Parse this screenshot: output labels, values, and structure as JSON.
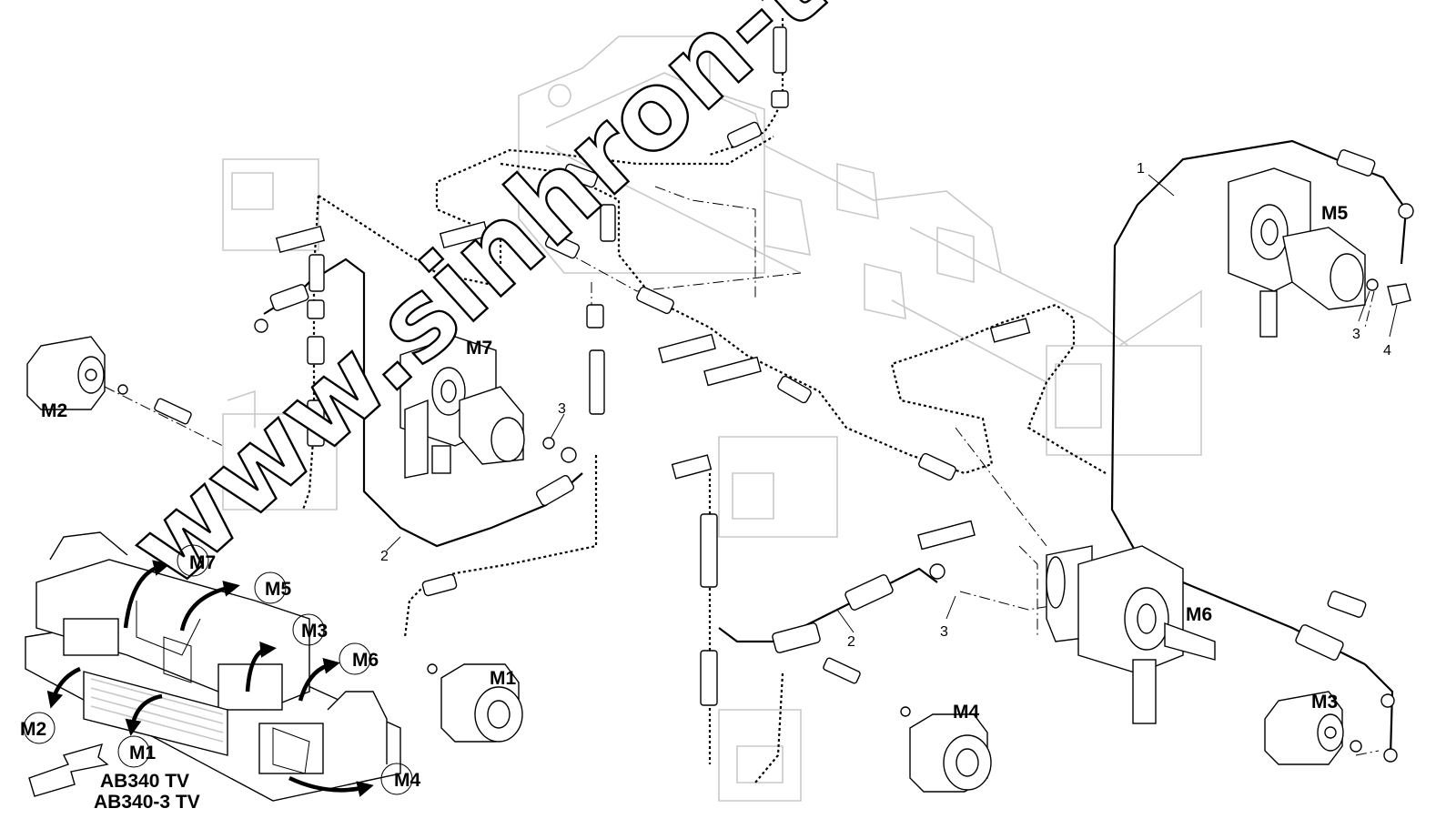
{
  "labels": {
    "m7": "M7",
    "m5": "M5",
    "m2": "M2",
    "m1": "M1",
    "m4": "M4",
    "m6": "M6",
    "m3": "M3"
  },
  "callouts": {
    "m7": "M7",
    "m5": "M5",
    "m3": "M3",
    "m6": "M6",
    "m2": "M2",
    "m1": "M1",
    "m4": "M4"
  },
  "part_numbers": {
    "n1": "1",
    "n2a": "2",
    "n2b": "2",
    "n3a": "3",
    "n3b": "3",
    "n3c": "3",
    "n4": "4"
  },
  "models": {
    "line1": "AB340 TV",
    "line2": "AB340-3 TV"
  },
  "watermark": "www.sinhron-too.kz"
}
